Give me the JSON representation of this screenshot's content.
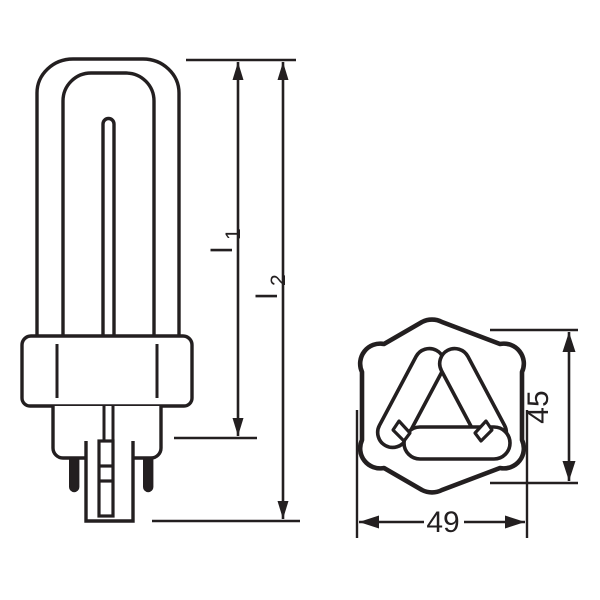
{
  "drawing": {
    "title": "Compact fluorescent lamp dimensional drawing",
    "background_color": "#ffffff",
    "line_color": "#231f20",
    "views": [
      {
        "name": "side-view",
        "description": "Side elevation of triple-tube compact fluorescent lamp with 4-pin base"
      },
      {
        "name": "end-view",
        "description": "Bottom/top end view showing hexagonal outline with three tube sections in triangular arrangement"
      }
    ]
  },
  "dimensions": {
    "l1": {
      "label": "l",
      "subscript": "1",
      "name": "length-l1",
      "description": "Overall lamp length excluding pins"
    },
    "l2": {
      "label": "l",
      "subscript": "2",
      "name": "length-l2",
      "description": "Overall lamp length including pins"
    },
    "height_45": {
      "value": "45",
      "name": "height-45",
      "description": "End view height across flats"
    },
    "width_49": {
      "value": "49",
      "name": "width-49",
      "description": "End view width across corners"
    }
  }
}
